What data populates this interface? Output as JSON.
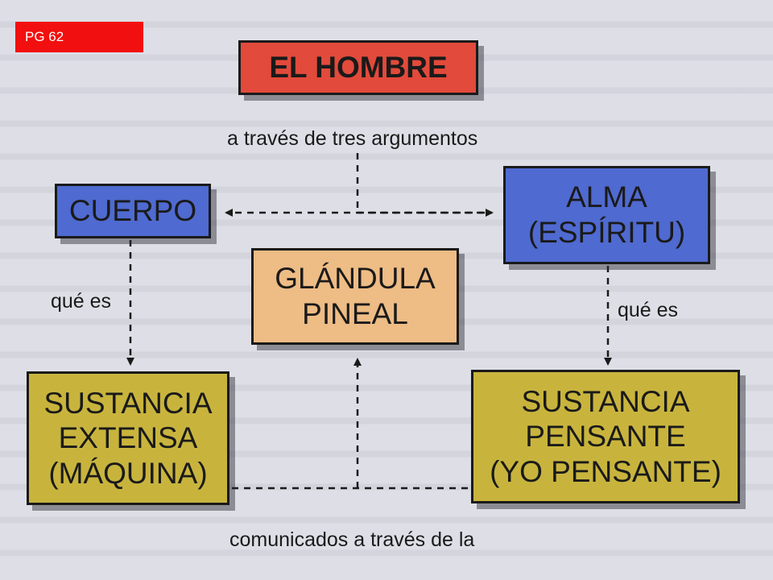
{
  "page_tag": "PG 62",
  "nodes": {
    "hombre": "EL HOMBRE",
    "cuerpo": "CUERPO",
    "alma": "ALMA\n(ESPÍRITU)",
    "glandula": "GLÁNDULA\nPINEAL",
    "extensa": "SUSTANCIA\nEXTENSA\n(MÁQUINA)",
    "pensante": "SUSTANCIA\nPENSANTE\n(YO PENSANTE)"
  },
  "labels": {
    "tres_argumentos": "a través de tres argumentos",
    "que_es_left": "qué es",
    "que_es_right": "qué es",
    "comunicados": "comunicados a través de la"
  },
  "colors": {
    "tag": "#f20f0f",
    "hombre": "#e24a3b",
    "cuerpo_alma": "#4f6ad0",
    "glandula": "#eebc85",
    "sustancias": "#c8b43d"
  }
}
